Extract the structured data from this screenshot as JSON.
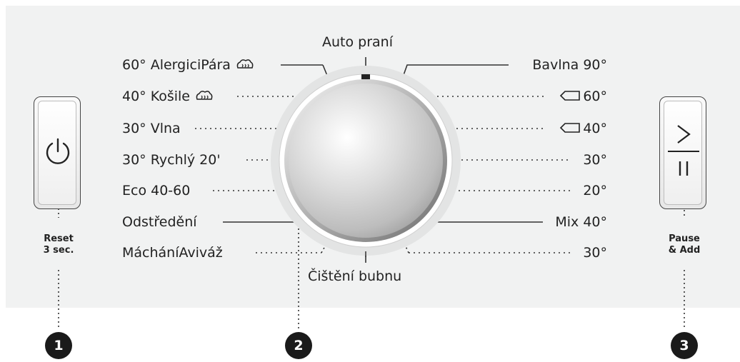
{
  "programs_left": [
    "60° AlergiciPára",
    "40° Košile",
    "30° Vlna",
    "30° Rychlý 20'",
    "Eco 40-60",
    "Odstředění",
    "MácháníAviváž"
  ],
  "programs_right": [
    "Bavlna 90°",
    "60°",
    "40°",
    "30°",
    "20°",
    "Mix 40°",
    "30°"
  ],
  "program_top": "Auto praní",
  "program_bottom": "Čištění bubnu",
  "icons": {
    "steam": "steam-icon",
    "fabric": "fabric-tag-icon",
    "power": "power-icon",
    "start_pause": "start-pause-icon"
  },
  "buttons": {
    "power": {
      "caption_line1": "Reset",
      "caption_line2": "3 sec."
    },
    "start": {
      "caption_line1": "Pause",
      "caption_line2": "& Add"
    }
  },
  "callouts": [
    "1",
    "2",
    "3"
  ],
  "colors": {
    "panel": "#f1f2f2",
    "badge": "#1a1a1a",
    "ring": "#e3e4e4"
  }
}
